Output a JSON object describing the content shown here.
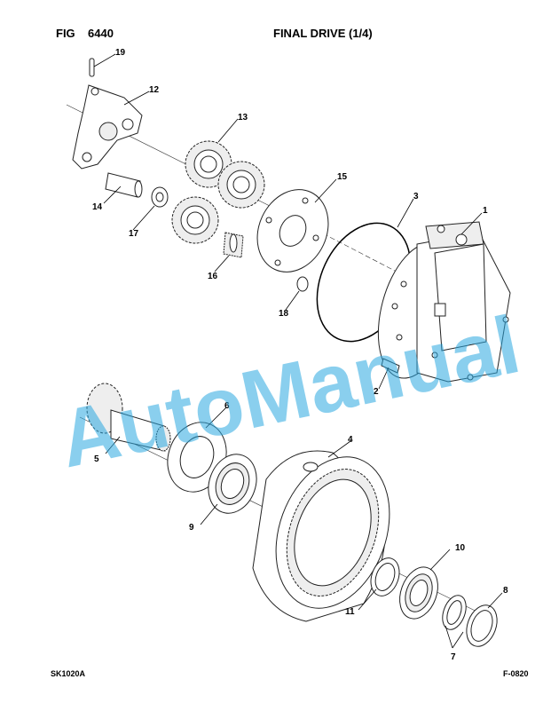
{
  "header": {
    "fig_label": "FIG",
    "fig_number": "6440",
    "title": "FINAL DRIVE (1/4)"
  },
  "footer": {
    "left_code": "SK1020A",
    "right_code": "F-0820"
  },
  "watermark": "AutoManual",
  "colors": {
    "watermark": "#29a8e0",
    "line": "#000000"
  },
  "callouts": [
    "1",
    "2",
    "3",
    "4",
    "5",
    "6",
    "7",
    "8",
    "9",
    "10",
    "11",
    "12",
    "13",
    "14",
    "15",
    "16",
    "17",
    "18",
    "19"
  ]
}
